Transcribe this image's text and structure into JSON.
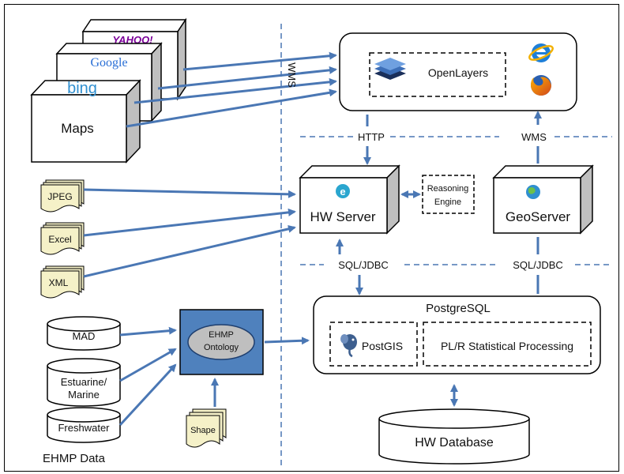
{
  "left": {
    "map_providers": [
      "YAHOO!",
      "Google",
      "bing"
    ],
    "maps_label": "Maps",
    "wms_label": "WMS",
    "files": [
      "JPEG",
      "Excel",
      "XML"
    ],
    "ehmp_sources": [
      "MAD",
      "Estuarine/",
      "Marine",
      "Freshwater"
    ],
    "ontology_line1": "EHMP",
    "ontology_line2": "Ontology",
    "shape_label": "Shape",
    "ehmp_data_label": "EHMP Data"
  },
  "right": {
    "openlayers_label": "OpenLayers",
    "http_label": "HTTP",
    "wms_label": "WMS",
    "hw_server_label": "HW Server",
    "reasoning_line1": "Reasoning",
    "reasoning_line2": "Engine",
    "geoserver_label": "GeoServer",
    "sql_left": "SQL/JDBC",
    "sql_right": "SQL/JDBC",
    "postgresql_label": "PostgreSQL",
    "postgis_label": "PostGIS",
    "plr_label": "PL/R Statistical Processing",
    "hw_database_label": "HW Database"
  },
  "icons": [
    "stack-layers-icon",
    "internet-explorer-icon",
    "firefox-icon",
    "hw-server-logo-icon",
    "geoserver-globe-icon",
    "postgis-elephant-icon"
  ],
  "colors": {
    "arrow": "#4a77b4",
    "ontology_box": "#4f81bd",
    "document": "#f5f1c8",
    "yahoo": "#7b0099",
    "bing": "#2f8fd0"
  }
}
